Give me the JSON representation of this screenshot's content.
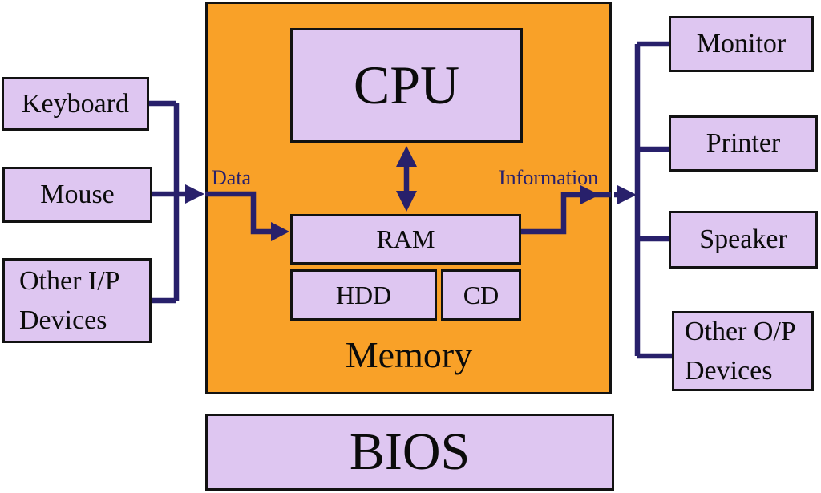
{
  "colors": {
    "main_unit_fill": "#F9A128",
    "box_fill": "#DEC6F1",
    "connector": "#28206B",
    "border": "#121212"
  },
  "input_devices": [
    {
      "label": "Keyboard"
    },
    {
      "label": "Mouse"
    },
    {
      "label": "Other I/P Devices"
    }
  ],
  "system_unit": {
    "cpu_label": "CPU",
    "ram_label": "RAM",
    "hdd_label": "HDD",
    "cd_label": "CD",
    "memory_label": "Memory"
  },
  "flows": {
    "input_label": "Data",
    "output_label": "Information"
  },
  "output_devices": [
    {
      "label": "Monitor"
    },
    {
      "label": "Printer"
    },
    {
      "label": "Speaker"
    },
    {
      "label": "Other O/P Devices"
    }
  ],
  "bios": {
    "label": "BIOS"
  }
}
